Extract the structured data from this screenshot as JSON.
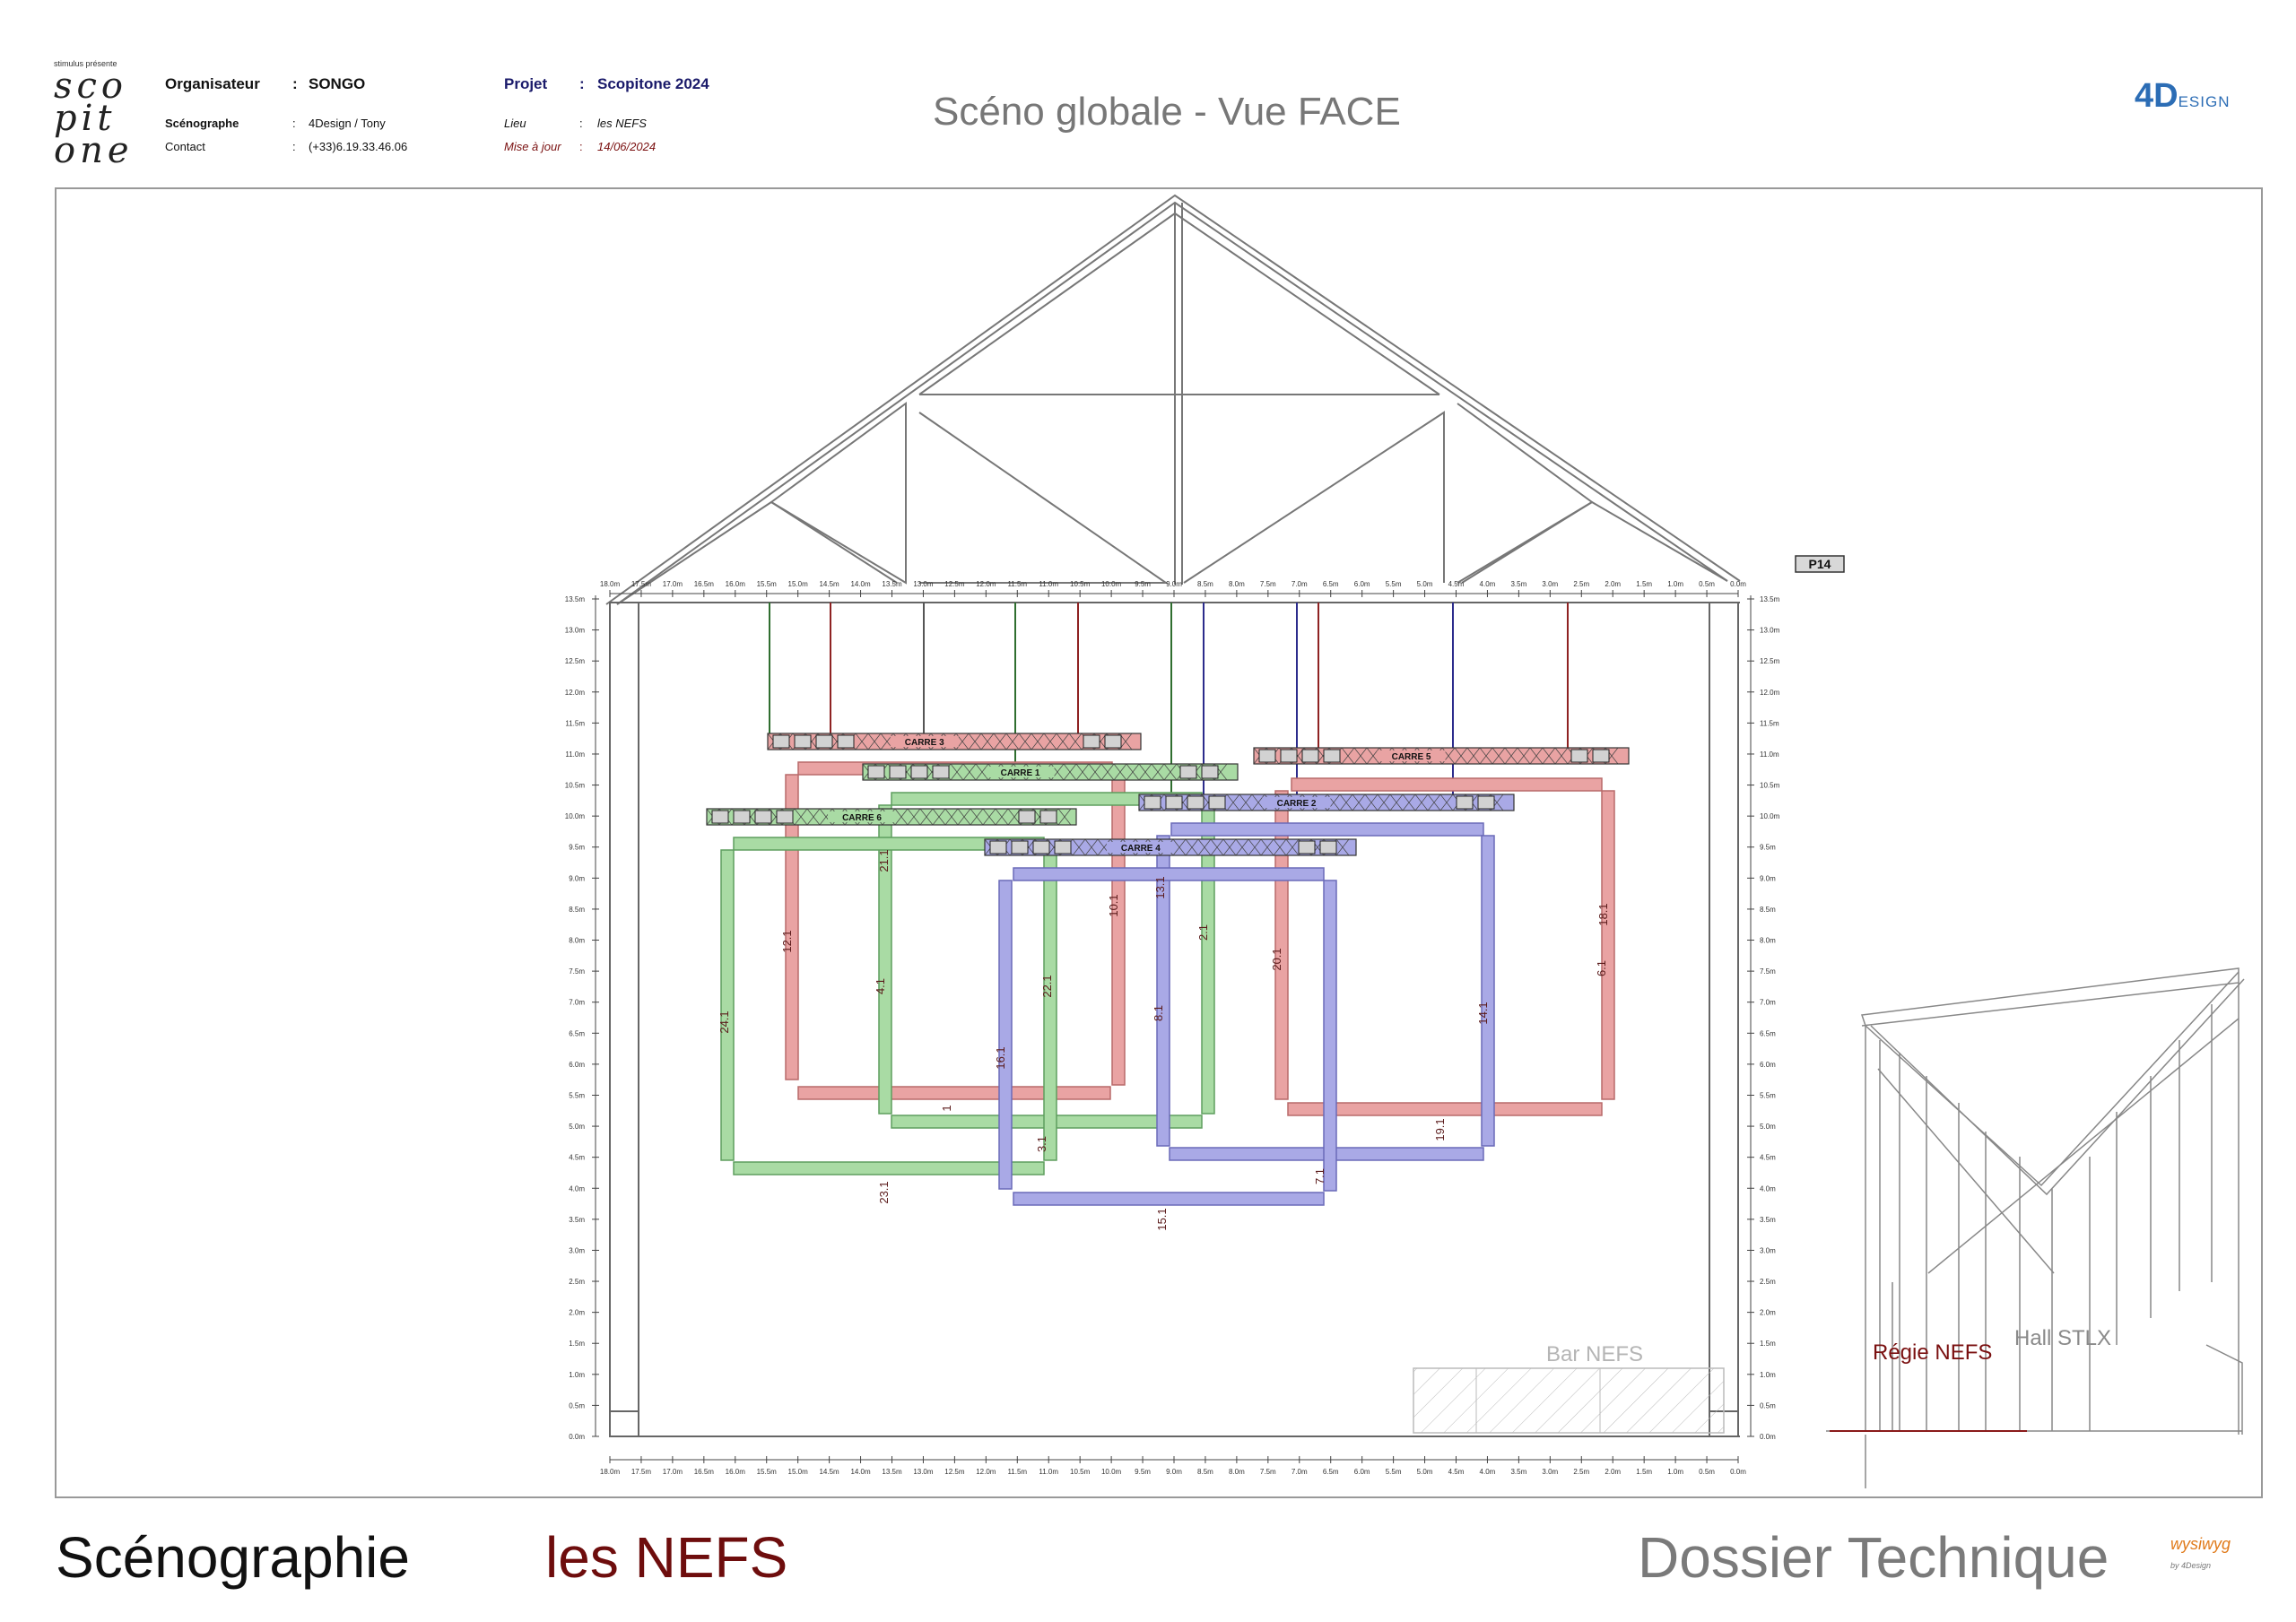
{
  "header": {
    "logo_tag": "stimulus présente",
    "logo_lines": [
      "sco",
      "pit",
      "one"
    ],
    "organisateur_label": "Organisateur",
    "organisateur_value": "SONGO",
    "scenographe_label": "Scénographe",
    "scenographe_value": "4Design / Tony",
    "contact_label": "Contact",
    "contact_value": "(+33)6.19.33.46.06",
    "projet_label": "Projet",
    "projet_value": "Scopitone 2024",
    "lieu_label": "Lieu",
    "lieu_value": "les NEFS",
    "mise_label": "Mise à jour",
    "mise_value": "14/06/2024",
    "sep": ":",
    "title": "Scéno globale - Vue FACE",
    "brand": "4D",
    "brand_suffix": "ESIGN"
  },
  "drawing": {
    "badge": "P14",
    "scale_top": [
      "18.0m",
      "17.5m",
      "17.0m",
      "16.5m",
      "16.0m",
      "15.5m",
      "15.0m",
      "14.5m",
      "14.0m",
      "13.5m",
      "13.0m",
      "12.5m",
      "12.0m",
      "11.5m",
      "11.0m",
      "10.5m",
      "10.0m",
      "9.5m",
      "9.0m",
      "8.5m",
      "8.0m",
      "7.5m",
      "7.0m",
      "6.5m",
      "6.0m",
      "5.5m",
      "5.0m",
      "4.5m",
      "4.0m",
      "3.5m",
      "3.0m",
      "2.5m",
      "2.0m",
      "1.5m",
      "1.0m",
      "0.5m",
      "0.0m"
    ],
    "scale_side": [
      "13.5m",
      "13.0m",
      "12.5m",
      "12.0m",
      "11.5m",
      "11.0m",
      "10.5m",
      "10.0m",
      "9.5m",
      "9.0m",
      "8.5m",
      "8.0m",
      "7.5m",
      "7.0m",
      "6.5m",
      "6.0m",
      "5.5m",
      "5.0m",
      "4.5m",
      "4.0m",
      "3.5m",
      "3.0m",
      "2.5m",
      "2.0m",
      "1.5m",
      "1.0m",
      "0.5m",
      "0.0m"
    ],
    "zones": {
      "bar": "Bar NEFS",
      "regie": "Régie NEFS",
      "hall": "Hall STLX"
    },
    "colors": {
      "green": "#a9dba4",
      "red": "#e9a3a3",
      "blue": "#a9a9e6"
    },
    "trusses": [
      {
        "label": "CARRE 3",
        "color": "#e9a3a3"
      },
      {
        "label": "CARRE 1",
        "color": "#a9dba4"
      },
      {
        "label": "CARRE 6",
        "color": "#a9dba4"
      },
      {
        "label": "CARRE 5",
        "color": "#e9a3a3"
      },
      {
        "label": "CARRE 2",
        "color": "#a9a9e6"
      },
      {
        "label": "CARRE 4",
        "color": "#a9a9e6"
      }
    ],
    "frame_labels": [
      "24.1",
      "12.1",
      "4.1",
      "21.1",
      "10.1",
      "22.1",
      "2.1",
      "13.1",
      "8.1",
      "16.1",
      "20.1",
      "14.1",
      "6.1",
      "18.1",
      "23.1",
      "15.1",
      "19.1",
      "1",
      "7.1",
      "3.1"
    ]
  },
  "footer": {
    "left": "Scénographie",
    "mid": "les NEFS",
    "right": "Dossier Technique",
    "brand": "wysiwyg",
    "brand_by": "by 4Design"
  }
}
